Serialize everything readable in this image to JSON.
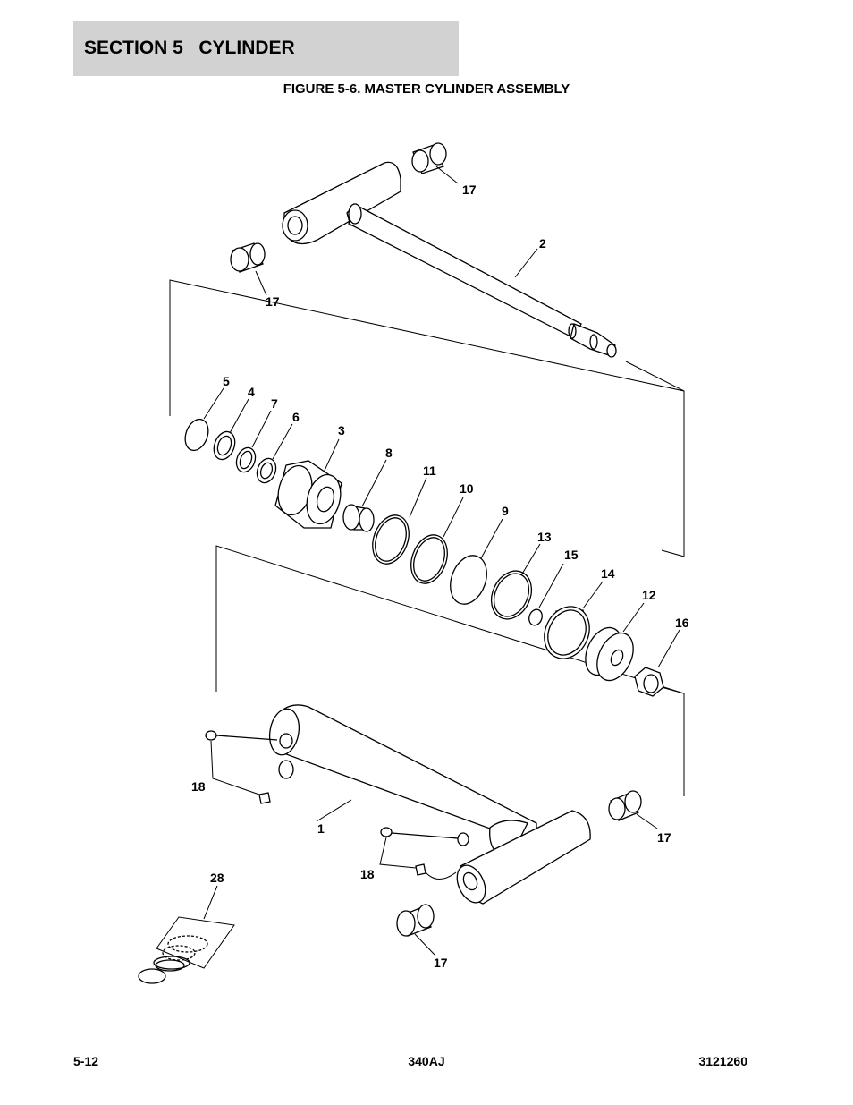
{
  "header": {
    "section": "SECTION 5   CYLINDER",
    "figure_title": "FIGURE 5-6. MASTER CYLINDER ASSEMBLY"
  },
  "callouts": {
    "c17a": "17",
    "c2": "2",
    "c17b": "17",
    "c5": "5",
    "c4": "4",
    "c7": "7",
    "c6": "6",
    "c3": "3",
    "c8": "8",
    "c11": "11",
    "c10": "10",
    "c9": "9",
    "c13": "13",
    "c15": "15",
    "c14": "14",
    "c12": "12",
    "c16": "16",
    "c18a": "18",
    "c1": "1",
    "c17c": "17",
    "c18b": "18",
    "c28": "28",
    "c17d": "17"
  },
  "footer": {
    "page": "5-12",
    "model": "340AJ",
    "doc_number": "3121260"
  }
}
